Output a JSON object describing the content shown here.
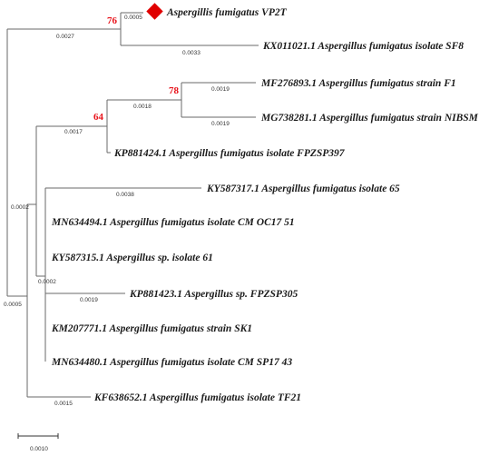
{
  "tree": {
    "highlight_color": "#e00000",
    "bootstrap_color": "#e8141c",
    "highlight_marker": "red-diamond",
    "taxa": [
      {
        "id": "vp2t",
        "label": "Aspergillis fumigatus VP2T",
        "highlighted": true
      },
      {
        "id": "sf8",
        "label": "KX011021.1 Aspergillus fumigatus isolate SF8"
      },
      {
        "id": "f1",
        "label": "MF276893.1 Aspergillus fumigatus strain F1"
      },
      {
        "id": "nibsm",
        "label": "MG738281.1 Aspergillus fumigatus strain NIBSM"
      },
      {
        "id": "fpzsp397",
        "label": "KP881424.1 Aspergillus fumigatus isolate FPZSP397"
      },
      {
        "id": "i65",
        "label": "KY587317.1 Aspergillus fumigatus isolate 65"
      },
      {
        "id": "cmoc",
        "label": "MN634494.1 Aspergillus fumigatus isolate CM OC17 51"
      },
      {
        "id": "i61",
        "label": "KY587315.1 Aspergillus sp. isolate 61"
      },
      {
        "id": "fpzsp305",
        "label": "KP881423.1 Aspergillus sp. FPZSP305"
      },
      {
        "id": "sk1",
        "label": "KM207771.1 Aspergillus fumigatus strain SK1"
      },
      {
        "id": "cmsp",
        "label": "MN634480.1 Aspergillus fumigatus isolate CM SP17 43"
      },
      {
        "id": "tf21",
        "label": "KF638652.1 Aspergillus fumigatus isolate TF21"
      }
    ],
    "branch_lengths": [
      {
        "id": "bl-vp2t",
        "value": "0.0005"
      },
      {
        "id": "bl-top-clade",
        "value": "0.0027"
      },
      {
        "id": "bl-sf8",
        "value": "0.0033"
      },
      {
        "id": "bl-f1",
        "value": "0.0019"
      },
      {
        "id": "bl-f1-nibsm-clade",
        "value": "0.0018"
      },
      {
        "id": "bl-nibsm",
        "value": "0.0019"
      },
      {
        "id": "bl-64-clade",
        "value": "0.0017"
      },
      {
        "id": "bl-i65",
        "value": "0.0038"
      },
      {
        "id": "bl-middle",
        "value": "0.0002"
      },
      {
        "id": "bl-inner",
        "value": "0.0002"
      },
      {
        "id": "bl-fpzsp305",
        "value": "0.0019"
      },
      {
        "id": "bl-lower",
        "value": "0.0005"
      },
      {
        "id": "bl-tf21",
        "value": "0.0015"
      }
    ],
    "bootstrap": [
      {
        "id": "bs-76",
        "value": "76"
      },
      {
        "id": "bs-78",
        "value": "78"
      },
      {
        "id": "bs-64",
        "value": "64"
      }
    ],
    "scale_bar": {
      "label": "0.0010"
    }
  }
}
